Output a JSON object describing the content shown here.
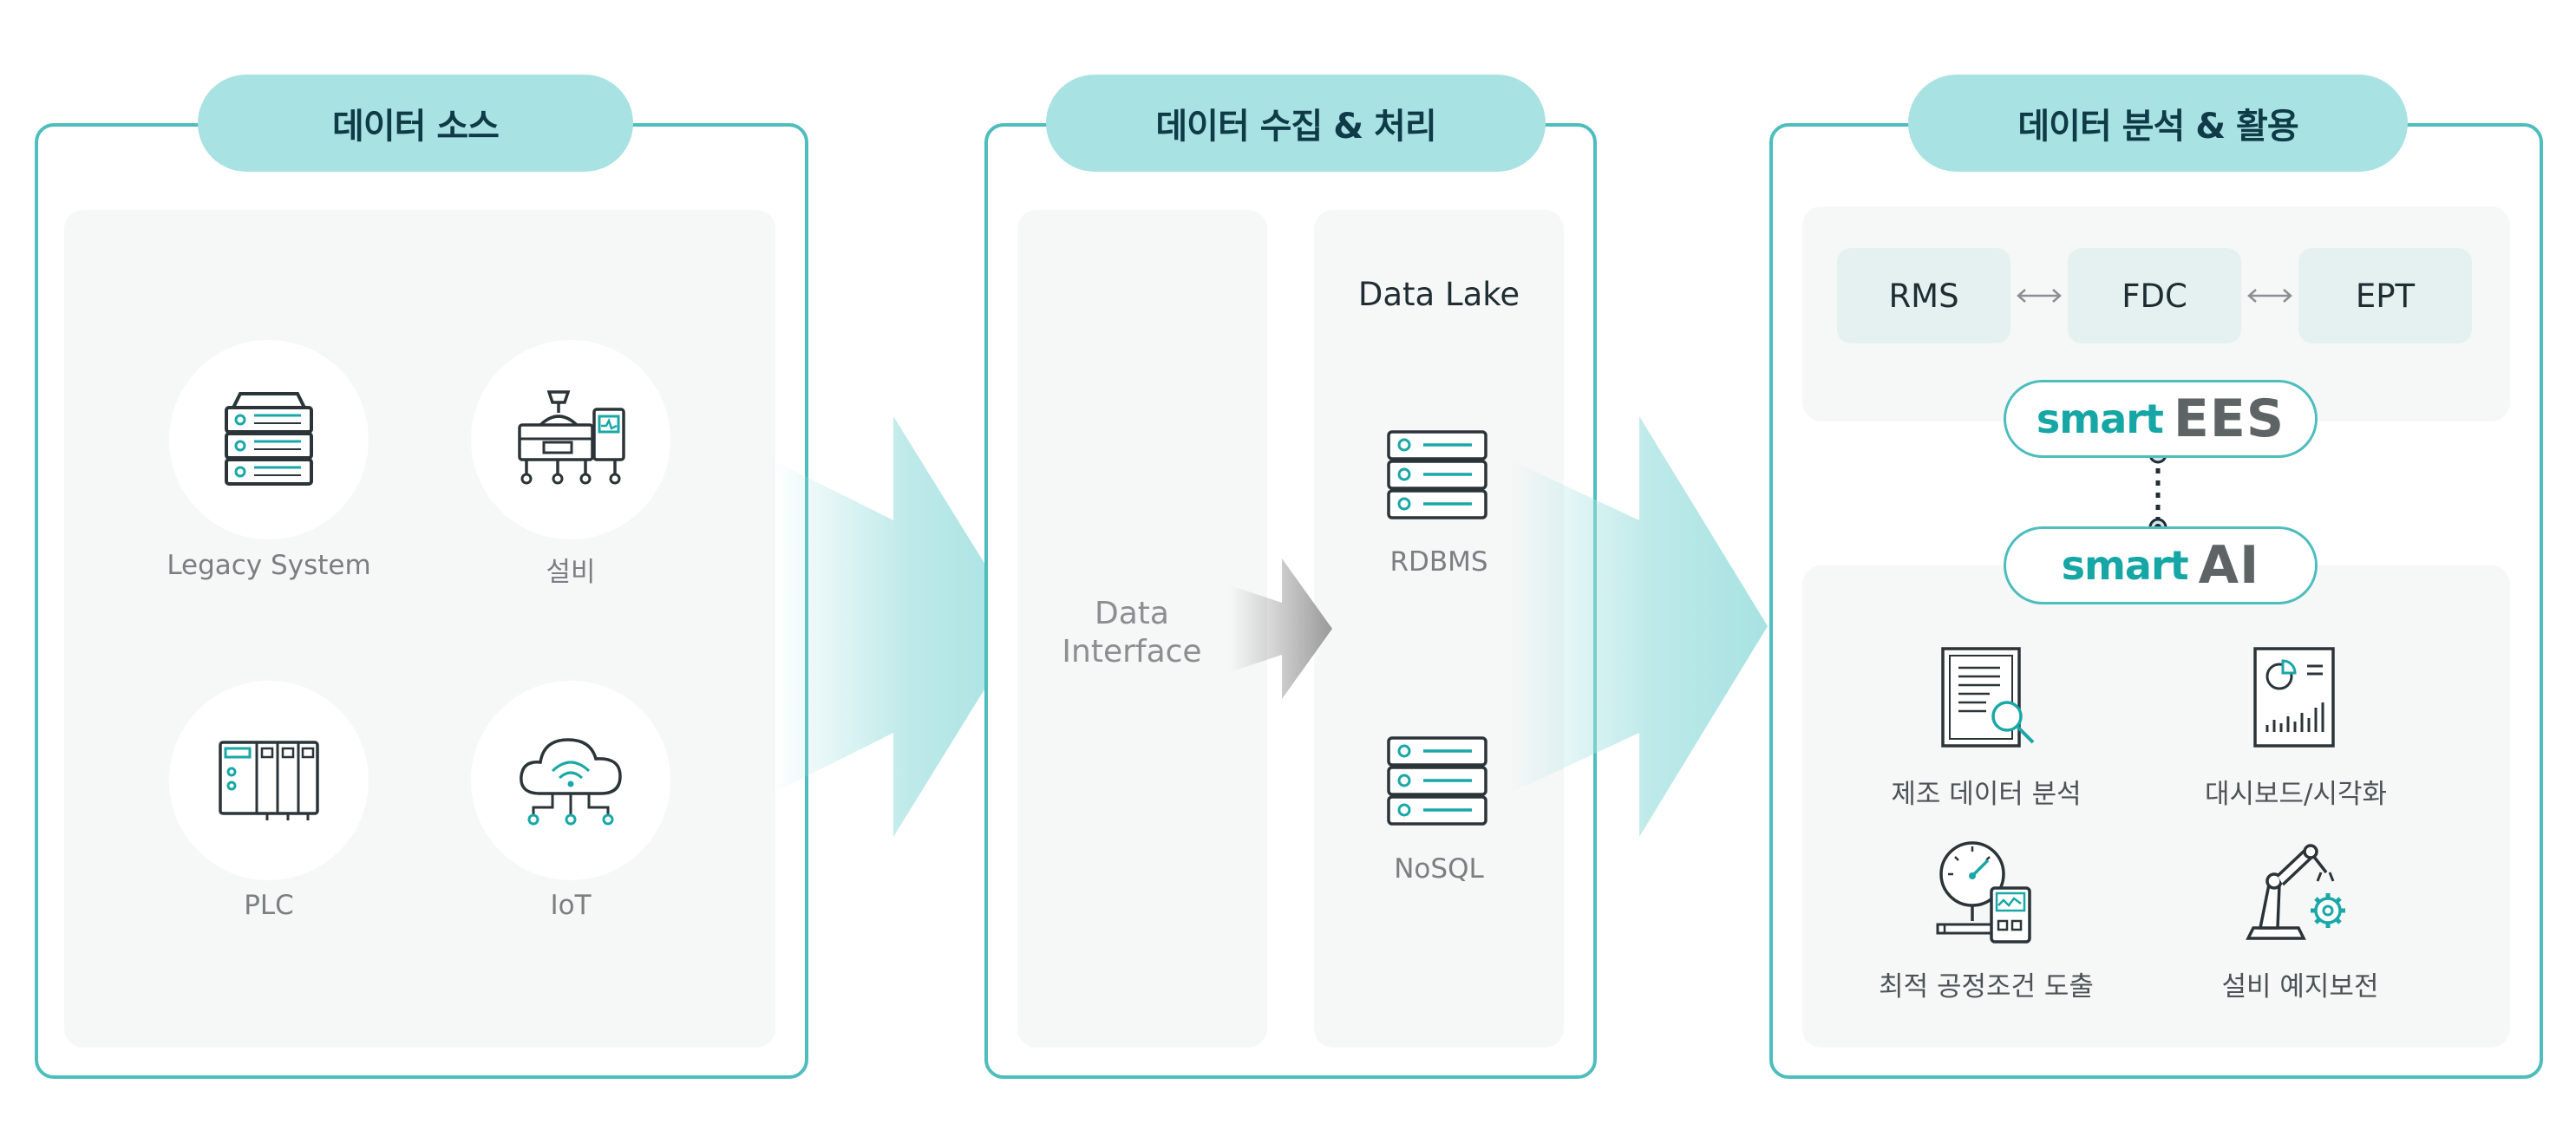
{
  "colors": {
    "accent": "#4dbdbd",
    "pill": "#a8e2e2",
    "dark": "#0f3a48",
    "smart": "#16a6a6"
  },
  "sources": {
    "title": "데이터 소스",
    "items": [
      {
        "label": "Legacy System",
        "icon": "server-stack-icon"
      },
      {
        "label": "설비",
        "icon": "machine-equipment-icon"
      },
      {
        "label": "PLC",
        "icon": "plc-rack-icon"
      },
      {
        "label": "IoT",
        "icon": "iot-cloud-icon"
      }
    ]
  },
  "processing": {
    "title": "데이터 수집 & 처리",
    "interface_line1": "Data",
    "interface_line2": "Interface",
    "lake_title": "Data Lake",
    "stores": [
      {
        "label": "RDBMS",
        "icon": "database-icon"
      },
      {
        "label": "NoSQL",
        "icon": "database-icon"
      }
    ]
  },
  "analysis": {
    "title": "데이터 분석 & 활용",
    "systems": [
      "RMS",
      "FDC",
      "EPT"
    ],
    "smart_ees": {
      "prefix": "smart",
      "name": "EES"
    },
    "smart_ai": {
      "prefix": "smart",
      "name": "AI"
    },
    "uses": [
      {
        "label": "제조 데이터 분석",
        "icon": "document-search-icon"
      },
      {
        "label": "대시보드/시각화",
        "icon": "dashboard-report-icon"
      },
      {
        "label": "최적 공정조건 도출",
        "icon": "gauge-device-icon"
      },
      {
        "label": "설비 예지보전",
        "icon": "robot-arm-gear-icon"
      }
    ]
  }
}
